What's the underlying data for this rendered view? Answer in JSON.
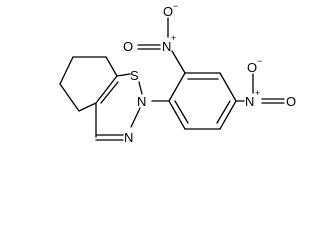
{
  "molecule": {
    "atoms": {
      "S": "S",
      "N_ring_top": "N",
      "N_ring_bottom": "N",
      "N_nitro_ortho": "N",
      "N_nitro_para": "N",
      "O_ortho_top": "O",
      "O_ortho_left": "O",
      "O_para_top": "O",
      "O_para_right": "O"
    },
    "charges": {
      "plus": "+",
      "minus": "−"
    }
  }
}
